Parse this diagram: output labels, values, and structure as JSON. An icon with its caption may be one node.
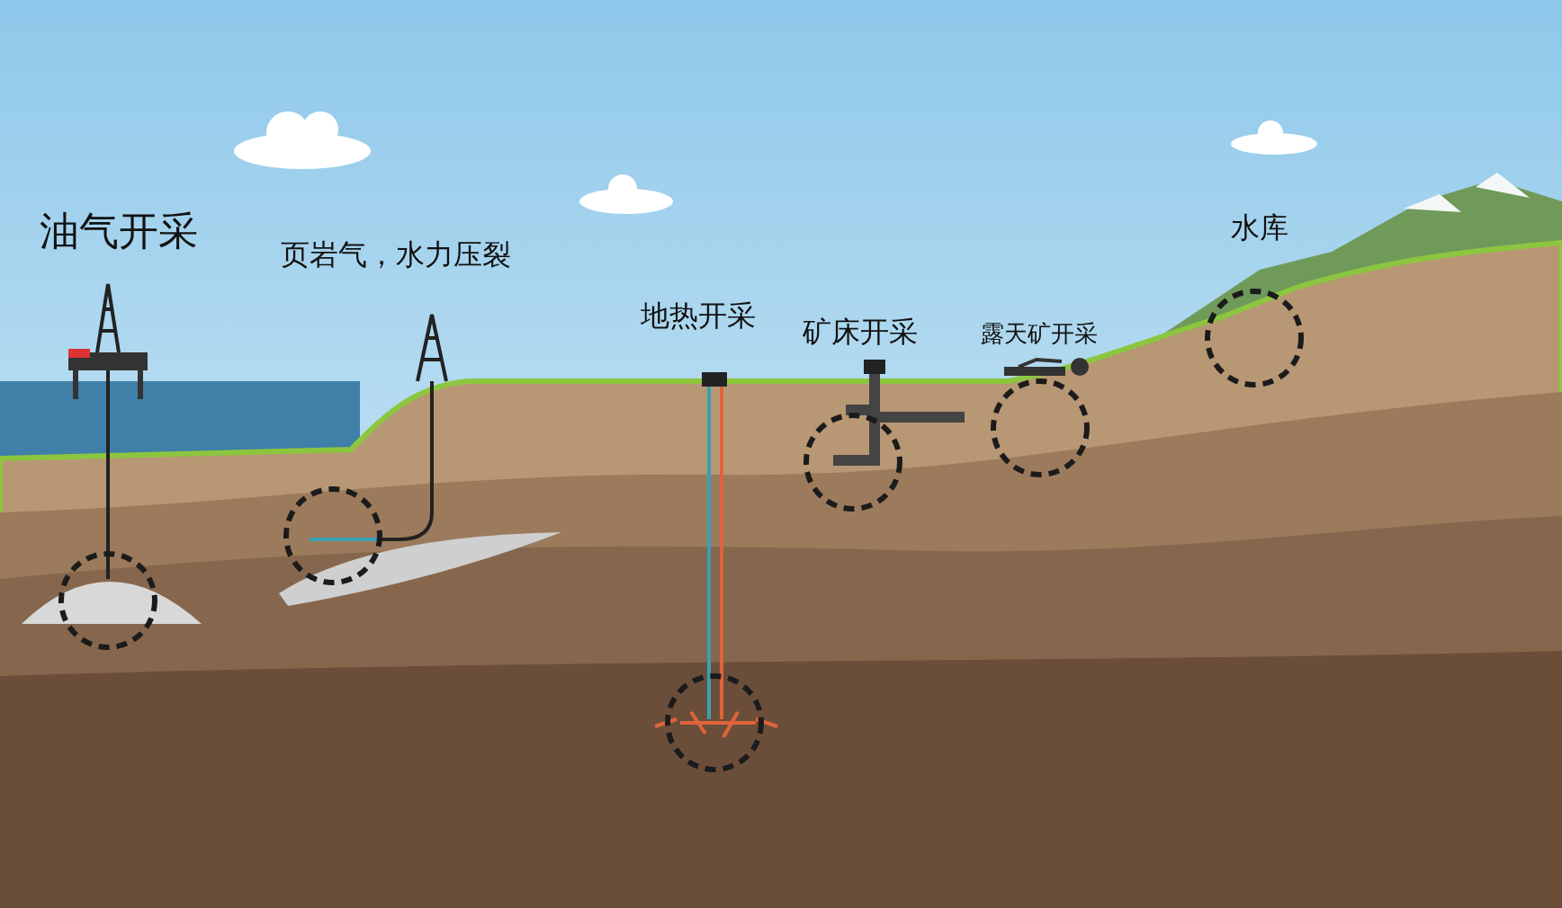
{
  "diagram": {
    "labels": [
      "油气开采",
      "页岩气，水力压裂",
      "地热开采",
      "矿床开采",
      "露天矿开采",
      "水库"
    ]
  }
}
